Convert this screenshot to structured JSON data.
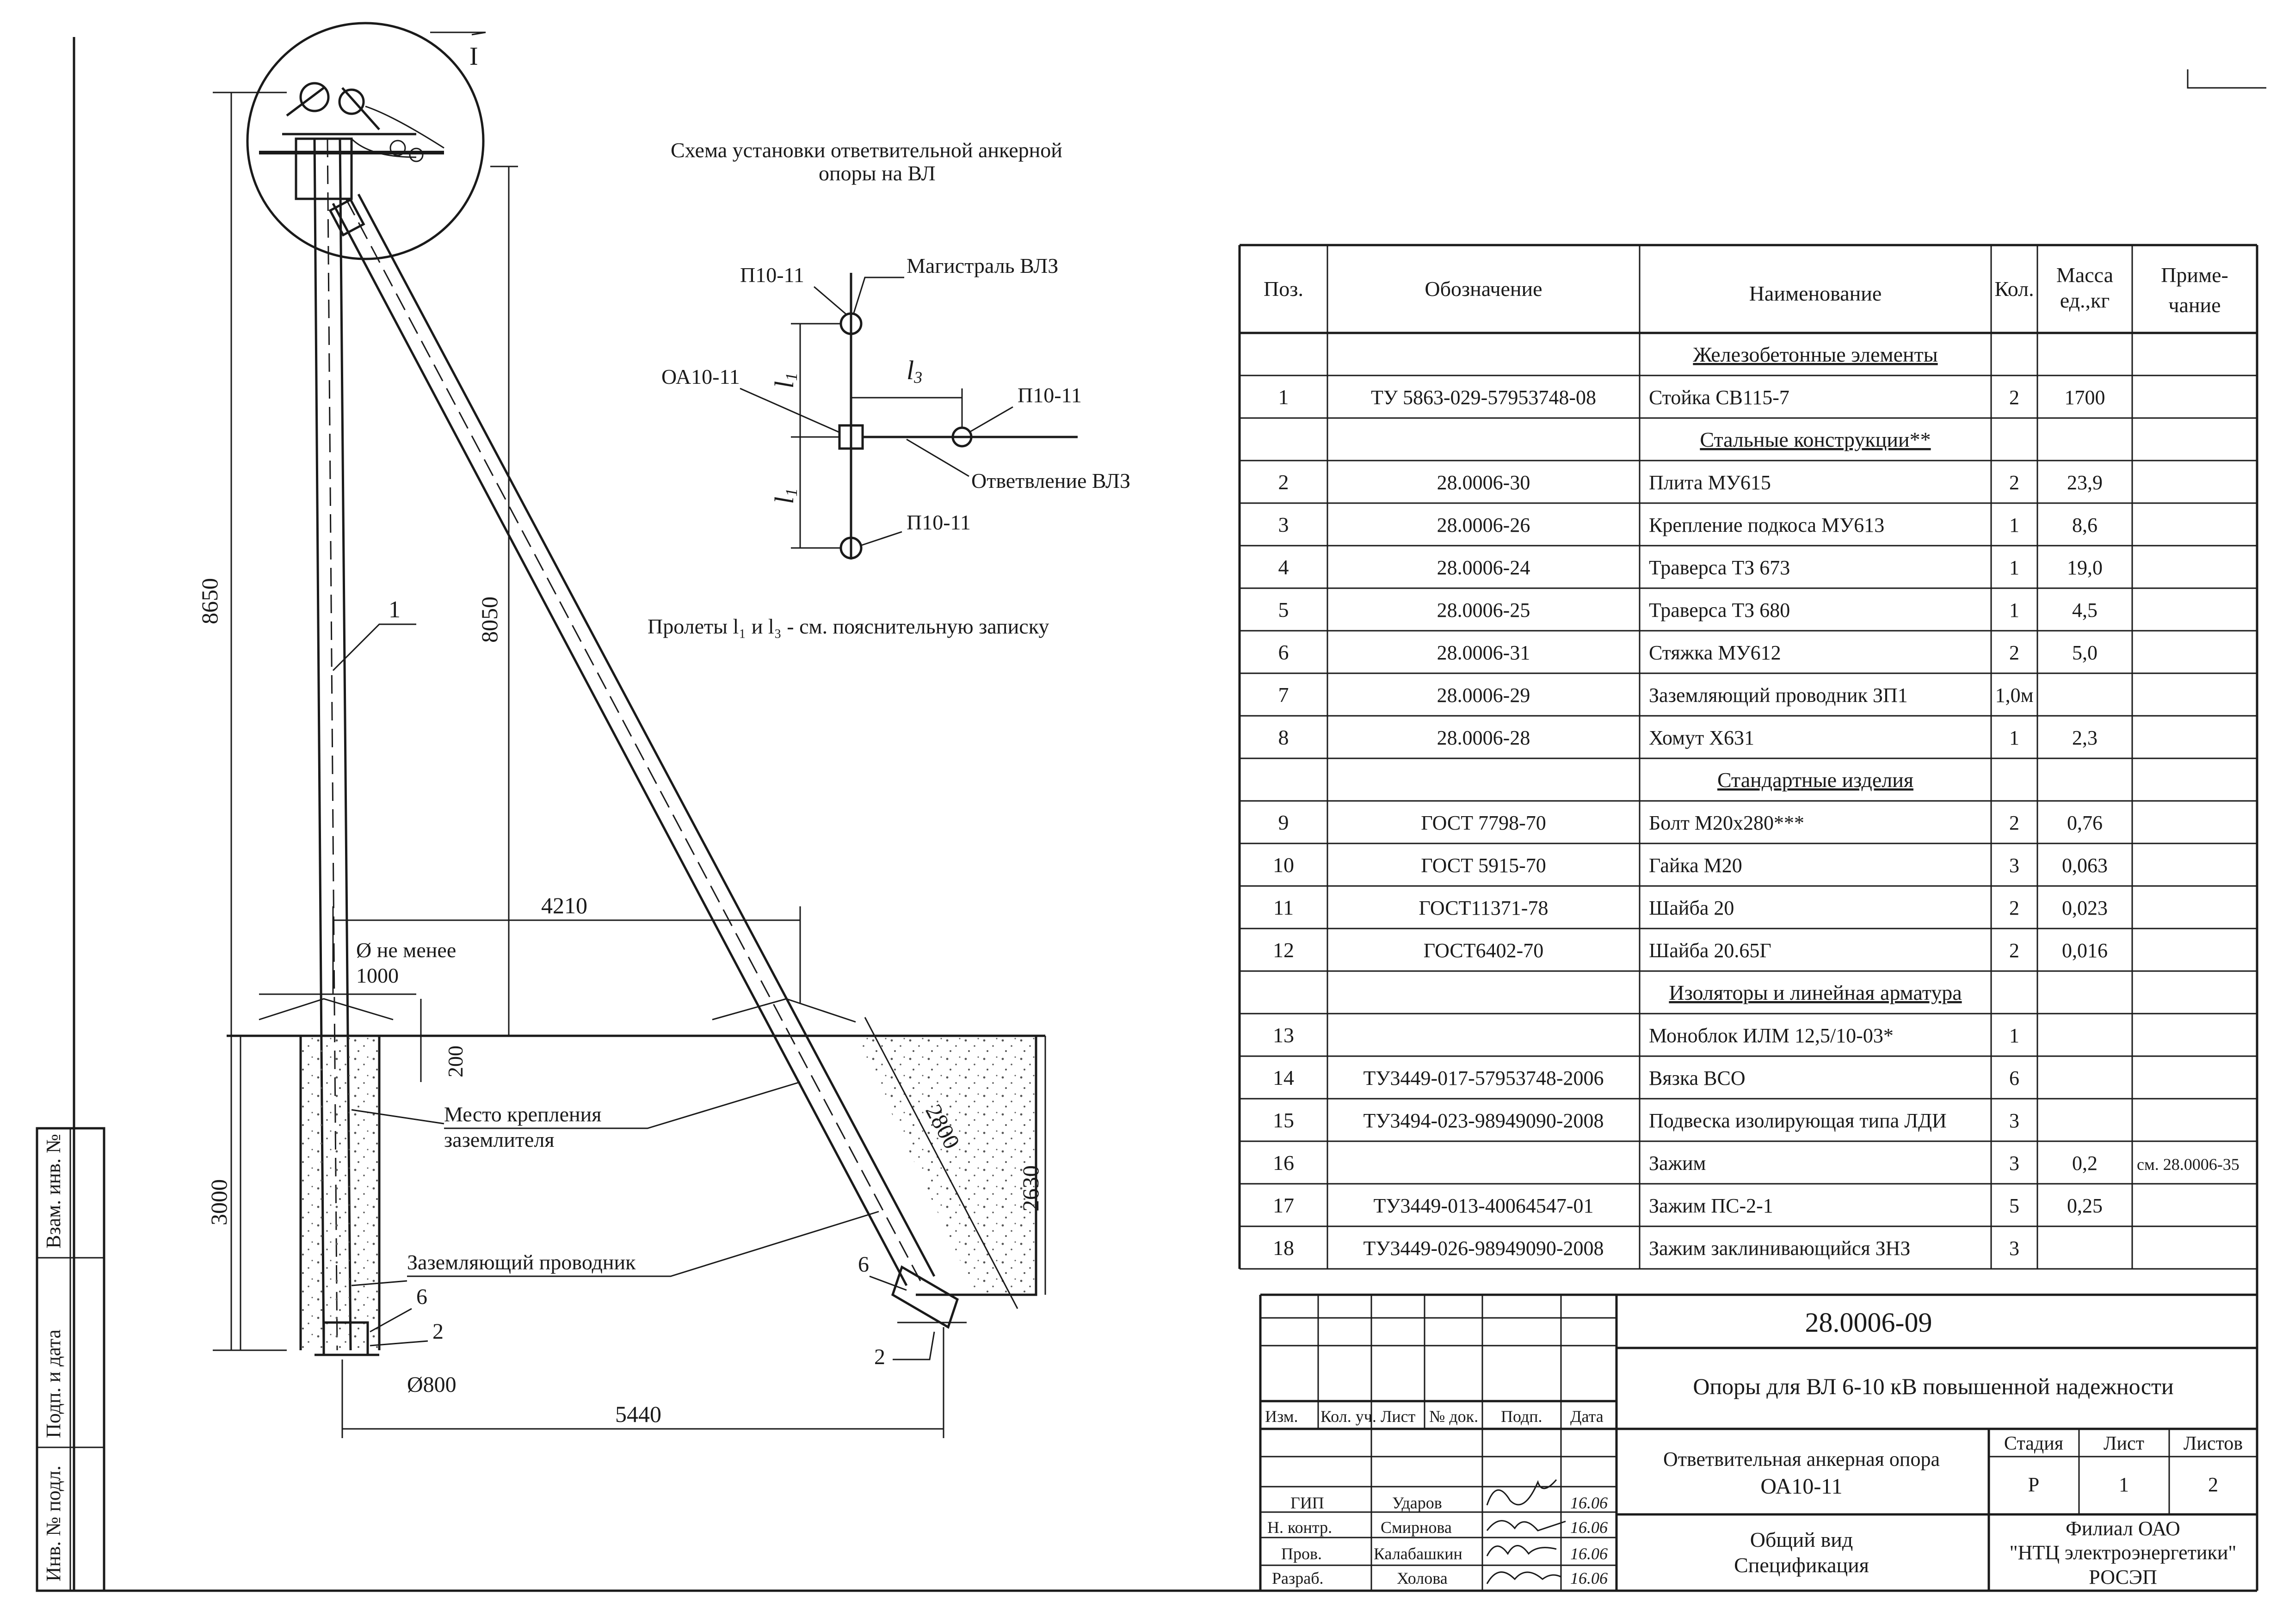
{
  "scheme": {
    "title_line1": "Схема установки ответвительной анкерной",
    "title_line2": "опоры на ВЛ",
    "label_p10_top": "П10-11",
    "label_main": "Магистраль ВЛЗ",
    "label_oa": "ОА10-11",
    "label_p10_right": "П10-11",
    "label_branch": "Ответвление ВЛЗ",
    "label_p10_bottom": "П10-11",
    "l1": "l",
    "l1_sub": "1",
    "l3": "l",
    "l3_sub": "3",
    "spans_note": "Пролеты l₁ и l₃ - см. пояснительную записку"
  },
  "drawing": {
    "callout_I": "I",
    "callout_1": "1",
    "dim_8650": "8650",
    "dim_8050": "8050",
    "dim_4210": "4210",
    "dia_note_1": "Ø не менее",
    "dia_note_2": "1000",
    "dim_200": "200",
    "dim_3000": "3000",
    "dim_2800": "2800",
    "dim_2630": "2630",
    "dim_5440": "5440",
    "dia_800": "Ø800",
    "ground_place_1": "Место крепления",
    "ground_place_2": "заземлителя",
    "ground_wire": "Заземляющий проводник",
    "callout_6a": "6",
    "callout_2a": "2",
    "callout_6b": "6",
    "callout_2b": "2"
  },
  "side_stamp": {
    "inv_podl": "Инв. № подл.",
    "podp_data": "Подп. и дата",
    "vzam_inv": "Взам. инв. №"
  },
  "spec": {
    "headers": [
      "Поз.",
      "Обозначение",
      "Наименование",
      "Кол.",
      "Масса ед.,кг",
      "Приме-чание"
    ],
    "header_mass_1": "Масса",
    "header_mass_2": "ед.,кг",
    "header_note_1": "Приме-",
    "header_note_2": "чание",
    "rows": [
      {
        "type": "section",
        "name": "Железобетонные элементы"
      },
      {
        "type": "item",
        "pos": "1",
        "code": "ТУ 5863-029-57953748-08",
        "name": "Стойка СВ115-7",
        "qty": "2",
        "mass": "1700",
        "note": ""
      },
      {
        "type": "section",
        "name": "Стальные конструкции**"
      },
      {
        "type": "item",
        "pos": "2",
        "code": "28.0006-30",
        "name": "Плита МУ615",
        "qty": "2",
        "mass": "23,9",
        "note": ""
      },
      {
        "type": "item",
        "pos": "3",
        "code": "28.0006-26",
        "name": "Крепление подкоса МУ613",
        "qty": "1",
        "mass": "8,6",
        "note": ""
      },
      {
        "type": "item",
        "pos": "4",
        "code": "28.0006-24",
        "name": "Траверса ТЗ 673",
        "qty": "1",
        "mass": "19,0",
        "note": ""
      },
      {
        "type": "item",
        "pos": "5",
        "code": "28.0006-25",
        "name": "Траверса ТЗ 680",
        "qty": "1",
        "mass": "4,5",
        "note": ""
      },
      {
        "type": "item",
        "pos": "6",
        "code": "28.0006-31",
        "name": "Стяжка МУ612",
        "qty": "2",
        "mass": "5,0",
        "note": ""
      },
      {
        "type": "item",
        "pos": "7",
        "code": "28.0006-29",
        "name": "Заземляющий проводник ЗП1",
        "qty": "1,0м",
        "mass": "",
        "note": ""
      },
      {
        "type": "item",
        "pos": "8",
        "code": "28.0006-28",
        "name": "Хомут Х631",
        "qty": "1",
        "mass": "2,3",
        "note": ""
      },
      {
        "type": "section",
        "name": "Стандартные изделия"
      },
      {
        "type": "item",
        "pos": "9",
        "code": "ГОСТ 7798-70",
        "name": "Болт М20х280***",
        "qty": "2",
        "mass": "0,76",
        "note": ""
      },
      {
        "type": "item",
        "pos": "10",
        "code": "ГОСТ 5915-70",
        "name": "Гайка М20",
        "qty": "3",
        "mass": "0,063",
        "note": ""
      },
      {
        "type": "item",
        "pos": "11",
        "code": "ГОСТ11371-78",
        "name": "Шайба 20",
        "qty": "2",
        "mass": "0,023",
        "note": ""
      },
      {
        "type": "item",
        "pos": "12",
        "code": "ГОСТ6402-70",
        "name": "Шайба 20.65Г",
        "qty": "2",
        "mass": "0,016",
        "note": ""
      },
      {
        "type": "section",
        "name": "Изоляторы и линейная арматура"
      },
      {
        "type": "item",
        "pos": "13",
        "code": "",
        "name": "Моноблок ИЛМ 12,5/10-03*",
        "qty": "1",
        "mass": "",
        "note": ""
      },
      {
        "type": "item",
        "pos": "14",
        "code": "ТУ3449-017-57953748-2006",
        "name": "Вязка ВСО",
        "qty": "6",
        "mass": "",
        "note": ""
      },
      {
        "type": "item",
        "pos": "15",
        "code": "ТУ3494-023-98949090-2008",
        "name": "Подвеска изолирующая типа ЛДИ",
        "qty": "3",
        "mass": "",
        "note": ""
      },
      {
        "type": "item",
        "pos": "16",
        "code": "",
        "name": "Зажим",
        "qty": "3",
        "mass": "0,2",
        "note": "см. 28.0006-35"
      },
      {
        "type": "item",
        "pos": "17",
        "code": "ТУ3449-013-40064547-01",
        "name": "Зажим ПС-2-1",
        "qty": "5",
        "mass": "0,25",
        "note": ""
      },
      {
        "type": "item",
        "pos": "18",
        "code": "ТУ3449-026-98949090-2008",
        "name": "Зажим заклинивающийся ЗНЗ",
        "qty": "3",
        "mass": "",
        "note": ""
      }
    ]
  },
  "title_block": {
    "doc_code": "28.0006-09",
    "project": "Опоры для ВЛ 6-10 кВ повышенной надежности",
    "col_izm": "Изм.",
    "col_kol": "Кол. уч.",
    "col_list": "Лист",
    "col_ndok": "№ док.",
    "col_podp": "Подп.",
    "col_data": "Дата",
    "object_1": "Ответвительная анкерная опора",
    "object_2": "ОА10-11",
    "stage_label": "Стадия",
    "sheet_label": "Лист",
    "sheets_label": "Листов",
    "stage": "Р",
    "sheet": "1",
    "sheets": "2",
    "doc_name_1": "Общий вид",
    "doc_name_2": "Спецификация",
    "org_1": "Филиал ОАО",
    "org_2": "\"НТЦ электроэнергетики\"",
    "org_3": "РОСЭП",
    "signers": [
      {
        "role": "ГИП",
        "name": "Ударов",
        "date": "16.06"
      },
      {
        "role": "Н. контр.",
        "name": "Смирнова",
        "date": "16.06"
      },
      {
        "role": "Пров.",
        "name": "Калабашкин",
        "date": "16.06"
      },
      {
        "role": "Разраб.",
        "name": "Холова",
        "date": "16.06"
      }
    ]
  }
}
